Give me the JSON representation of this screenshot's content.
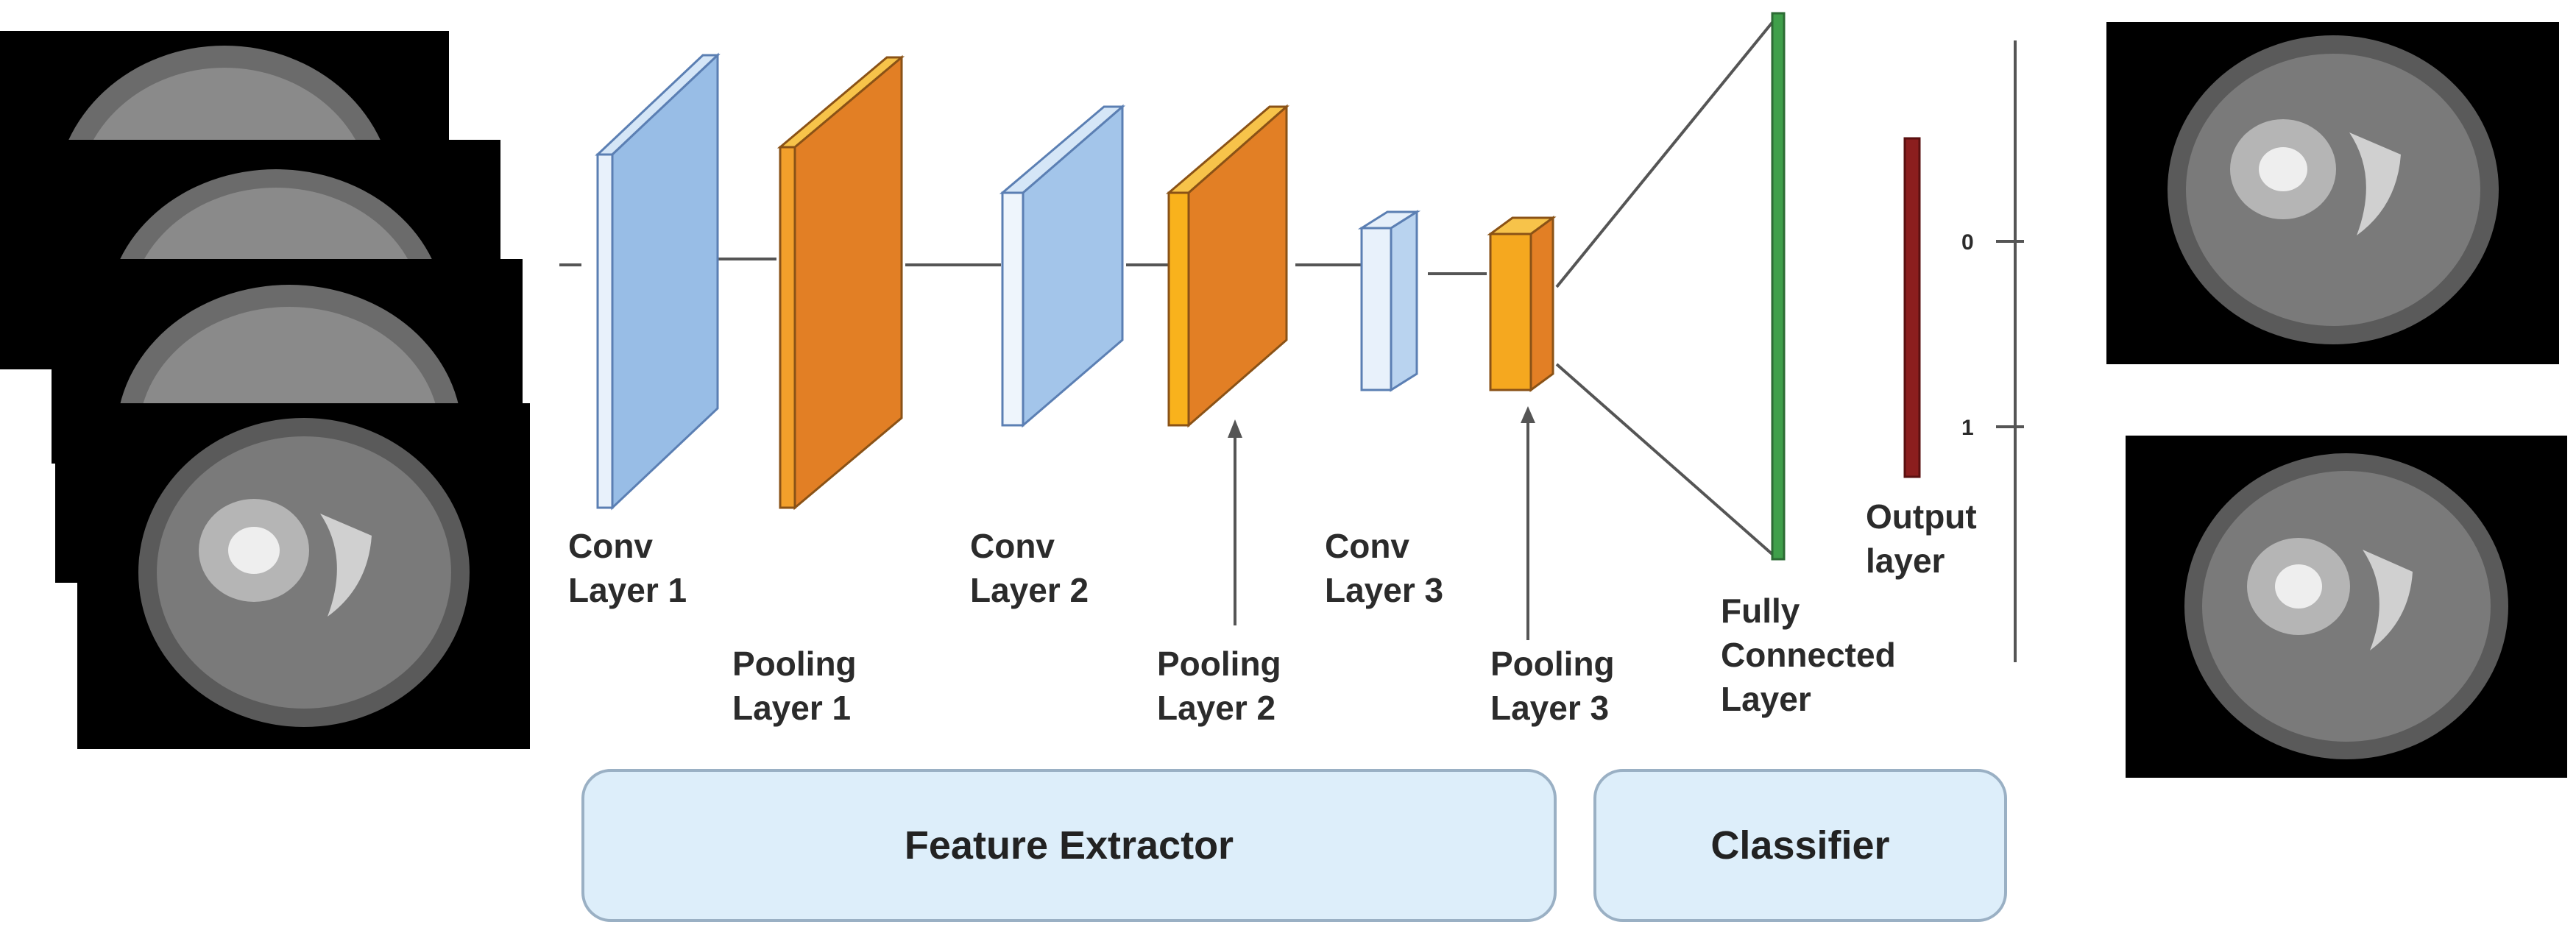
{
  "layers": {
    "conv1": "Conv\nLayer 1",
    "pool1": "Pooling\nLayer 1",
    "conv2": "Conv\nLayer 2",
    "pool2": "Pooling\nLayer 2",
    "conv3": "Conv\nLayer 3",
    "pool3": "Pooling\nLayer 3",
    "fc": "Fully\nConnected\nLayer",
    "output": "Output\nlayer"
  },
  "output_classes": [
    "0",
    "1"
  ],
  "sections": {
    "feature_extractor": "Feature Extractor",
    "classifier": "Classifier"
  },
  "colors": {
    "conv_face": "#a9c8ea",
    "pool_face": "#e27f25",
    "pool_side": "#f5b31e",
    "fc_bar": "#3f9f4a",
    "output_bar": "#8b1e1e",
    "panel_fill": "#ddeefa"
  }
}
